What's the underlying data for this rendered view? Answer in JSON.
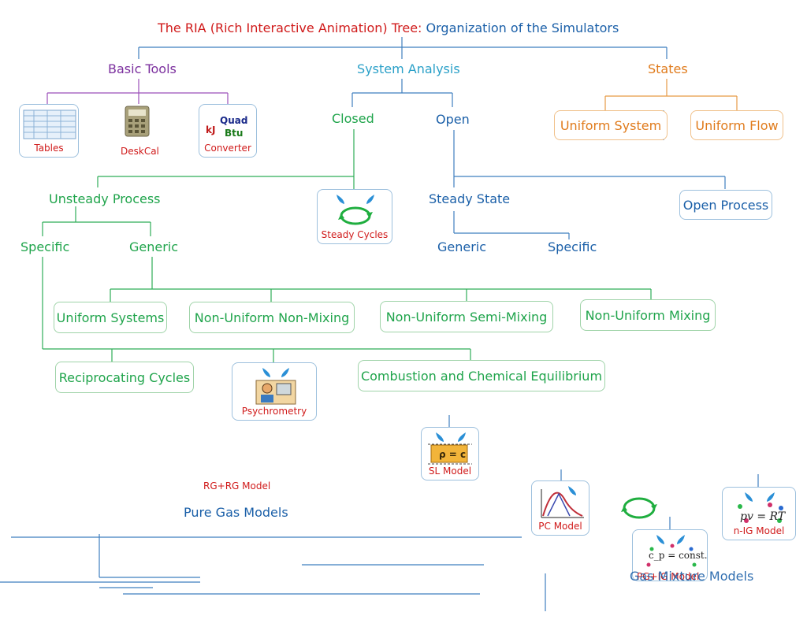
{
  "title": {
    "part1": "The RIA (Rich Interactive Animation) Tree:",
    "part2": "Organization of the Simulators"
  },
  "basic_tools": {
    "label": "Basic Tools",
    "tables": "Tables",
    "deskcal": "DeskCal",
    "converter": "Converter",
    "converter_icon": {
      "quad": "Quad",
      "kj": "kJ",
      "btu": "Btu"
    }
  },
  "system_analysis": {
    "label": "System Analysis",
    "closed": "Closed",
    "open": "Open"
  },
  "states": {
    "label": "States",
    "uniform_system": "Uniform System",
    "uniform_flow": "Uniform Flow"
  },
  "closed_branch": {
    "unsteady_process": "Unsteady Process",
    "steady_cycles": "Steady  Cycles",
    "specific": "Specific",
    "generic": "Generic"
  },
  "open_branch": {
    "steady_state": "Steady State",
    "open_process": "Open Process",
    "generic": "Generic",
    "specific": "Specific"
  },
  "generic_models": {
    "uniform_systems": "Uniform Systems",
    "non_uniform_non_mixing": "Non-Uniform Non-Mixing",
    "non_uniform_semi_mixing": "Non-Uniform Semi-Mixing",
    "non_uniform_mixing": "Non-Uniform Mixing"
  },
  "specific_models": {
    "reciprocating_cycles": "Reciprocating Cycles",
    "psychrometry": "Psychrometry",
    "combustion": "Combustion and Chemical Equilibrium"
  },
  "material_models": {
    "sl_model": "SL Model",
    "sl_icon": "ρ = c",
    "rg_rg_model": "RG+RG Model",
    "pure_gas_models": "Pure Gas Models",
    "pc_model": "PC Model",
    "n_ig_model": "n-IG Model",
    "n_ig_icon": "pv = RT",
    "pg_ig_model": "PG+IG Model",
    "pg_icon": "c_p = const.",
    "gas_mixture_models": "Gas Mixture Models"
  }
}
